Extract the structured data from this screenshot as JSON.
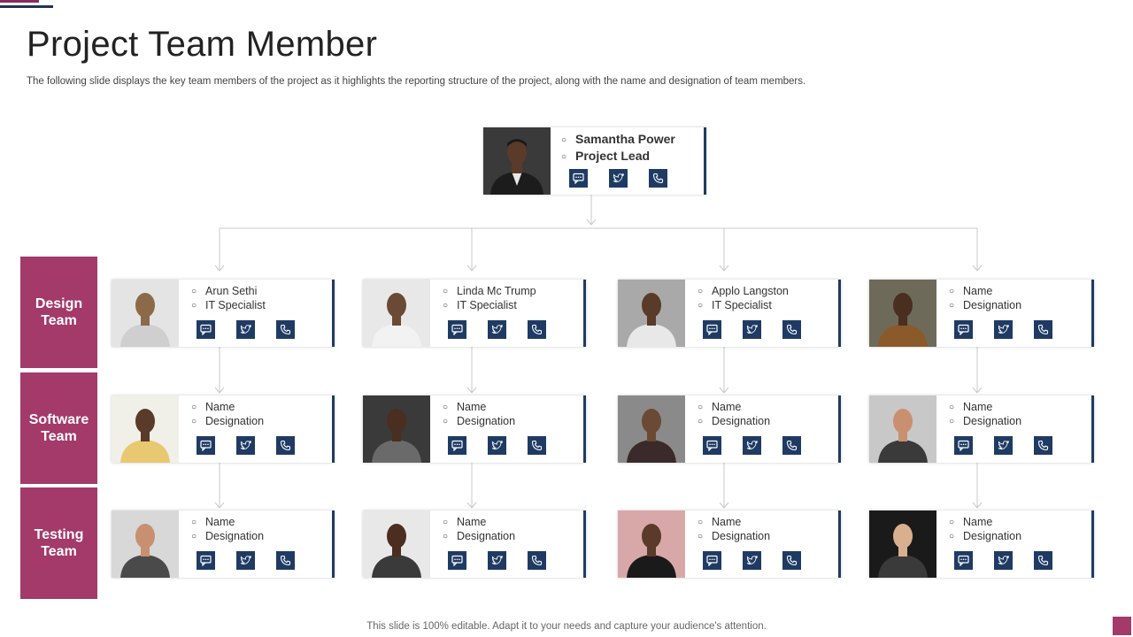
{
  "slide": {
    "title": "Project Team Member",
    "subtitle": "The following slide displays the key team members of the project as it highlights the reporting structure of the project, along with the name and designation of team members.",
    "footer": "This slide is 100% editable. Adapt it to your needs and capture your audience's attention."
  },
  "colors": {
    "accent": "#a33a6a",
    "navy": "#1f3b63"
  },
  "icons": [
    "chat-icon",
    "twitter-icon",
    "phone-icon"
  ],
  "lead": {
    "name": "Samantha Power",
    "designation": "Project  Lead"
  },
  "teams": [
    {
      "label": "Design\nTeam",
      "members": [
        {
          "name": "Arun Sethi",
          "designation": "IT Specialist"
        },
        {
          "name": "Linda Mc Trump",
          "designation": "IT Specialist"
        },
        {
          "name": "Applo Langston",
          "designation": "IT Specialist"
        },
        {
          "name": "Name",
          "designation": "Designation"
        }
      ]
    },
    {
      "label": "Software\nTeam",
      "members": [
        {
          "name": "Name",
          "designation": "Designation"
        },
        {
          "name": "Name",
          "designation": "Designation"
        },
        {
          "name": "Name",
          "designation": "Designation"
        },
        {
          "name": "Name",
          "designation": "Designation"
        }
      ]
    },
    {
      "label": "Testing\nTeam",
      "members": [
        {
          "name": "Name",
          "designation": "Designation"
        },
        {
          "name": "Name",
          "designation": "Designation"
        },
        {
          "name": "Name",
          "designation": "Designation"
        },
        {
          "name": "Name",
          "designation": "Designation"
        }
      ]
    }
  ]
}
